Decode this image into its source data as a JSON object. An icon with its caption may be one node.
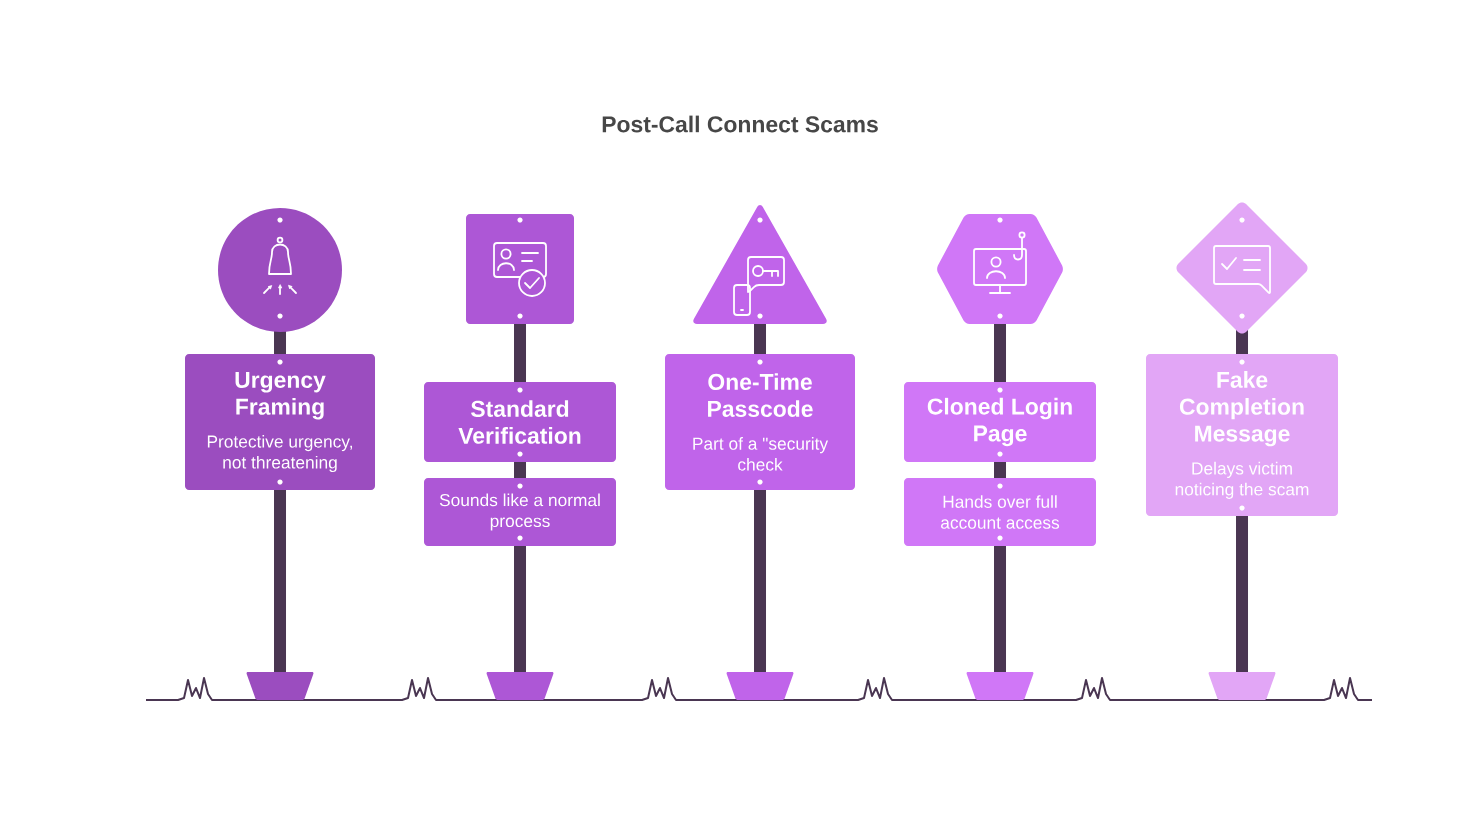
{
  "diagram": {
    "title": "Post-Call Connect Scams",
    "nodes": [
      {
        "text": [],
        "shape": "circle"
      },
      {
        "text": [
          "Urgency Framing",
          "Protective urgency, not threatening"
        ]
      },
      {
        "text": [],
        "shape": "box"
      },
      {
        "text": [
          "Standard Verification"
        ]
      },
      {
        "text": [
          "Sounds like a normal process"
        ]
      },
      {
        "text": [],
        "shape": "triangle"
      },
      {
        "text": [
          "One-Time Passcode",
          "Part of a \"security check"
        ]
      },
      {
        "text": [],
        "shape": "hexagon"
      },
      {
        "text": [
          "Cloned Login Page"
        ]
      },
      {
        "text": [
          "Hands over full account access"
        ]
      },
      {
        "text": [],
        "shape": "diamond"
      },
      {
        "text": [
          "Fake Completion Message",
          "Delays victim noticing the scam"
        ]
      }
    ]
  }
}
